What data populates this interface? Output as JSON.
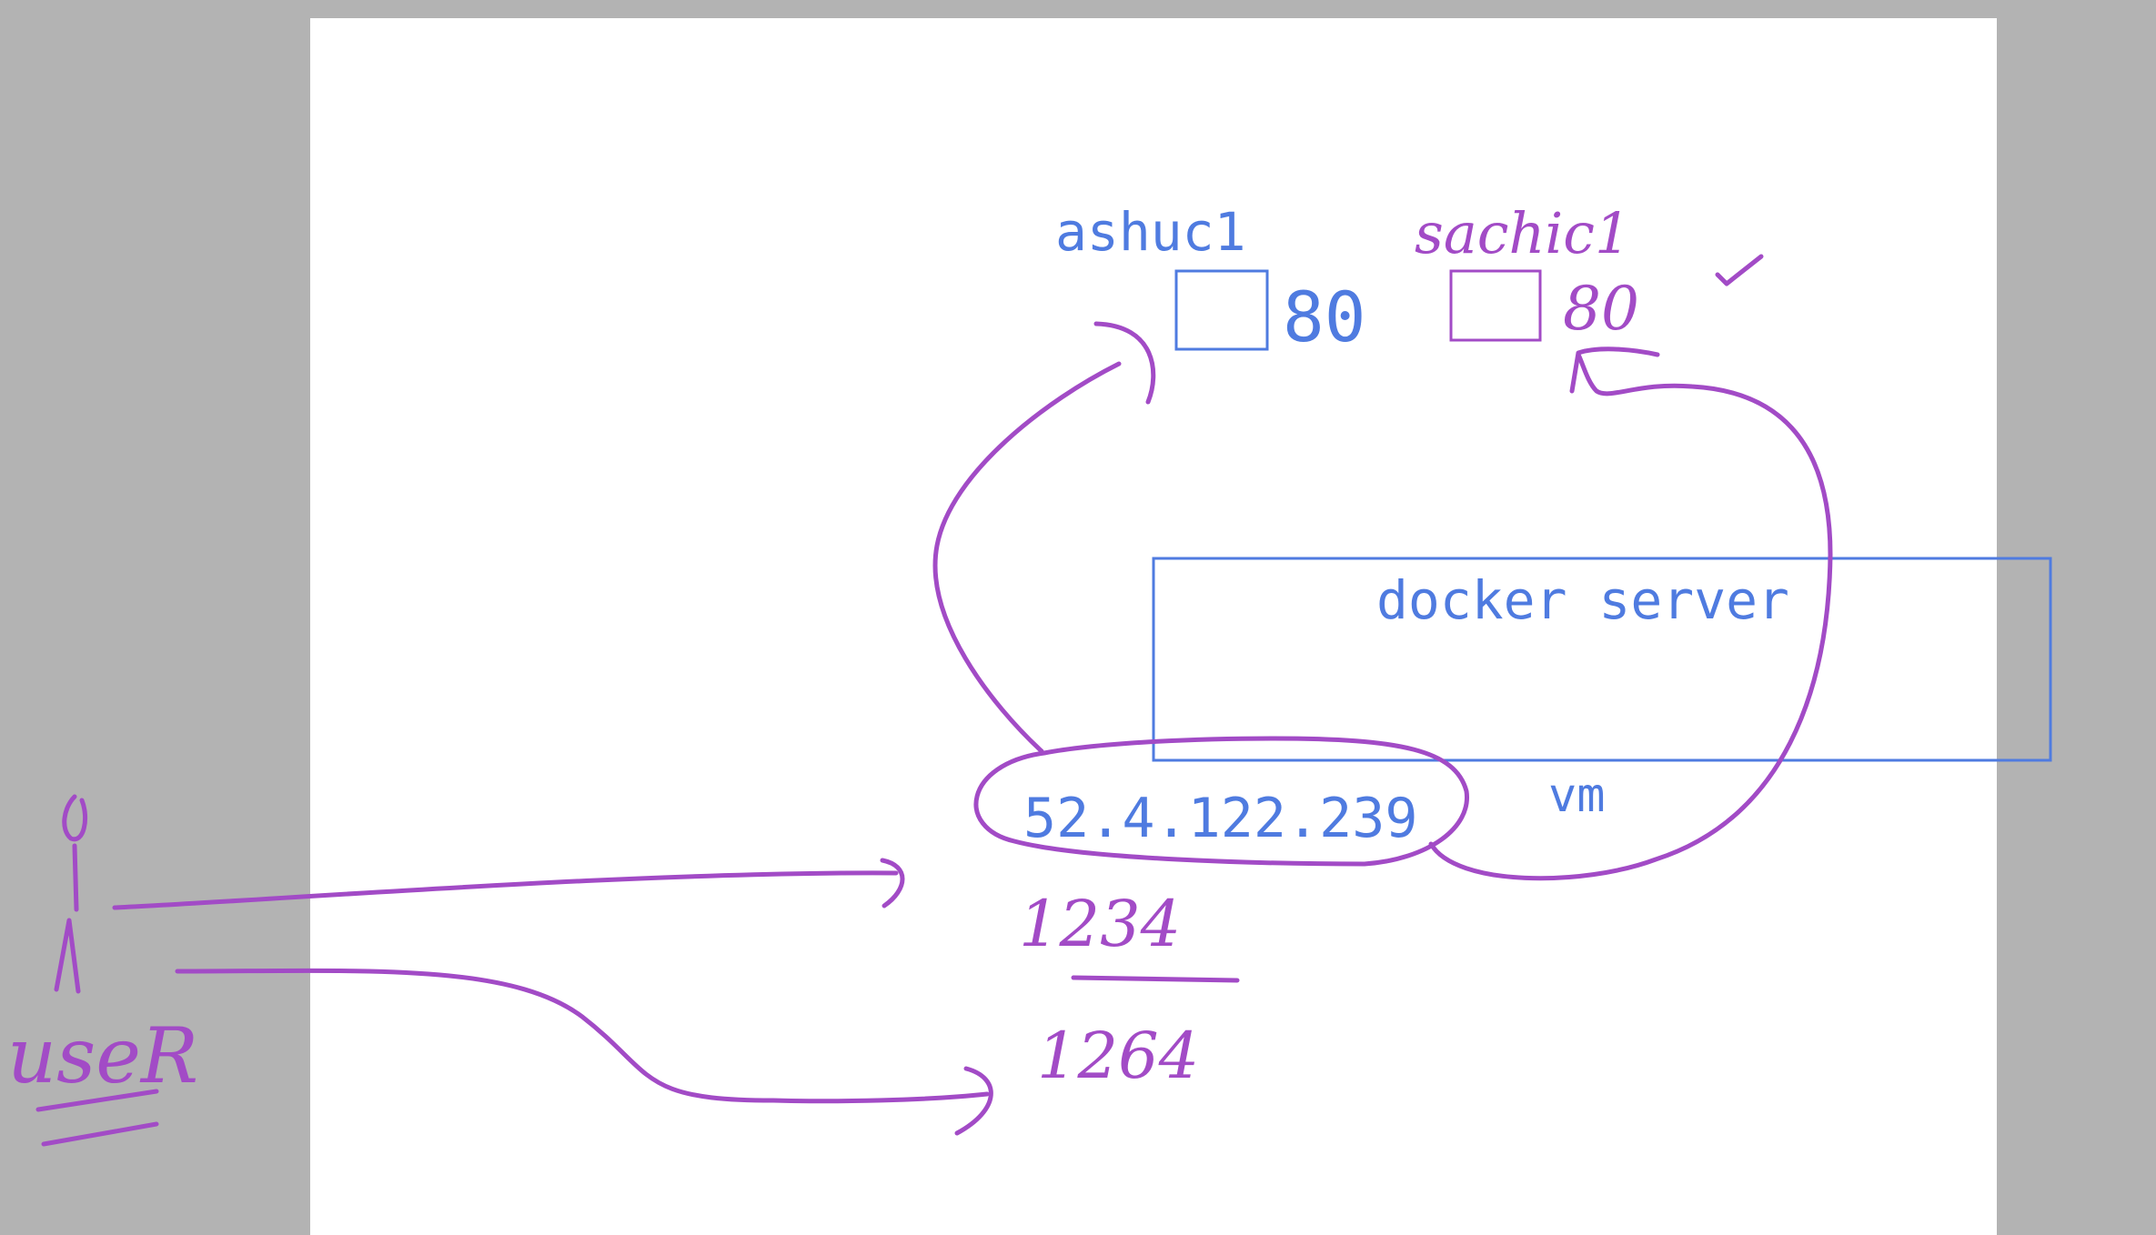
{
  "labels": {
    "container1_name": "ashuc1",
    "container1_port": "80",
    "container2_name": "sachic1",
    "container2_port": "80",
    "server_label": "docker server",
    "ip_address": "52.4.122.239",
    "vm_label": "vm",
    "host_port_1": "1234",
    "host_port_2": "1264",
    "user_label": "useR"
  },
  "colors": {
    "background": "#b3b3b3",
    "canvas": "#ffffff",
    "typed_text": "#4f7be0",
    "ink": "#a24bc6"
  }
}
